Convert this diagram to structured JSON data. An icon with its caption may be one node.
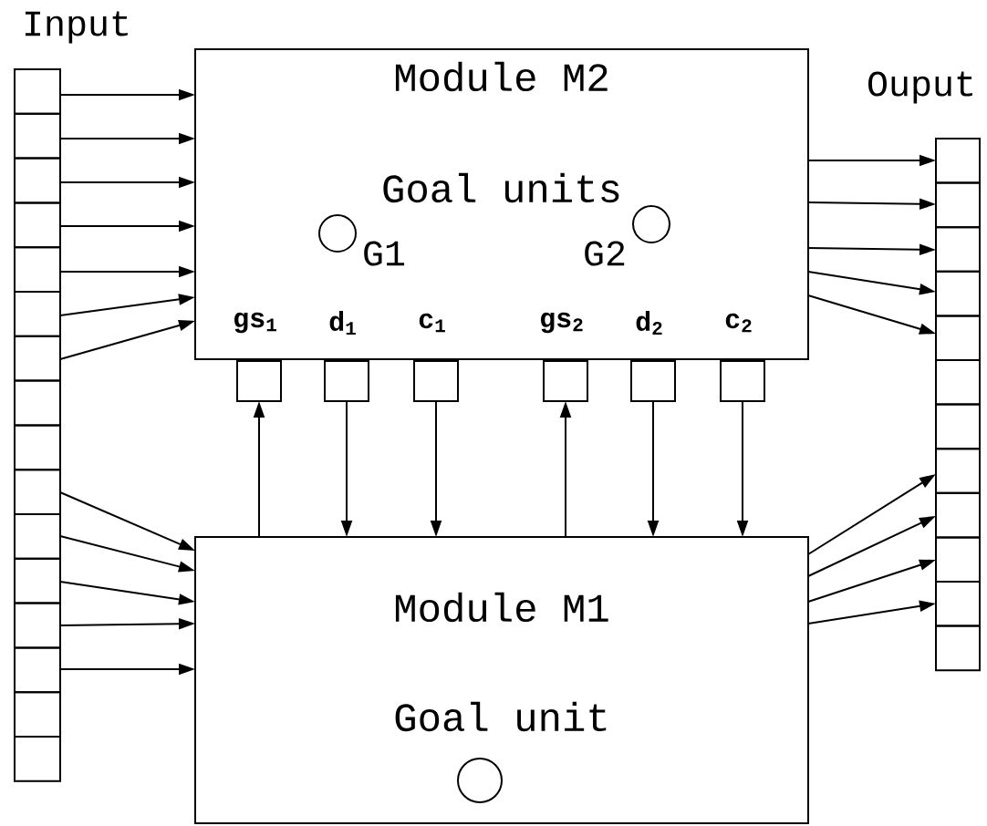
{
  "diagram": {
    "nodes": [
      {
        "text": [
          "Module M2",
          "Goal units"
        ]
      },
      {
        "text": [],
        "shape": "circle",
        "in": 0,
        "beside": [
          "G1"
        ]
      },
      {
        "text": [],
        "shape": "circle",
        "in": 0,
        "beside": [
          "G2"
        ]
      },
      {
        "text": [],
        "shape": "box",
        "beside": [
          "gs$_{1}$"
        ]
      },
      {
        "text": [],
        "shape": "box",
        "beside": [
          "d$_{1}$"
        ]
      },
      {
        "text": [],
        "shape": "box",
        "beside": [
          "c$_{1}$"
        ]
      },
      {
        "text": [],
        "shape": "box",
        "beside": [
          "gs$_{2}$"
        ]
      },
      {
        "text": [],
        "shape": "box",
        "beside": [
          "d$_{2}$"
        ]
      },
      {
        "text": [],
        "shape": "box",
        "beside": [
          "c$_{2}$"
        ]
      },
      {
        "text": [
          "Module M1",
          "Goal unit"
        ]
      },
      {
        "text": [],
        "shape": "circle",
        "in": 9
      },
      {
        "text": [],
        "shape": "box"
      },
      {
        "text": [],
        "shape": "box"
      },
      {
        "text": [],
        "shape": "box"
      },
      {
        "text": [],
        "shape": "box"
      },
      {
        "text": [],
        "shape": "box"
      },
      {
        "text": [],
        "shape": "box"
      },
      {
        "text": [],
        "shape": "box"
      },
      {
        "text": [],
        "shape": "box"
      },
      {
        "text": [],
        "shape": "box"
      },
      {
        "text": [],
        "shape": "box"
      },
      {
        "text": [],
        "shape": "box"
      },
      {
        "text": [],
        "shape": "box"
      },
      {
        "text": [],
        "shape": "box"
      },
      {
        "text": [],
        "shape": "box"
      },
      {
        "text": [],
        "shape": "box"
      },
      {
        "text": [],
        "shape": "box"
      },
      {
        "text": [],
        "shape": "box"
      },
      {
        "text": [],
        "shape": "box"
      },
      {
        "text": [],
        "shape": "box"
      },
      {
        "text": [],
        "shape": "box"
      },
      {
        "text": [],
        "shape": "box"
      },
      {
        "text": [],
        "shape": "box"
      },
      {
        "text": [],
        "shape": "box"
      },
      {
        "text": [],
        "shape": "box"
      },
      {
        "text": [],
        "shape": "box"
      },
      {
        "text": [],
        "shape": "box"
      },
      {
        "text": [],
        "shape": "box"
      },
      {
        "text": [],
        "shape": "box"
      }
    ],
    "edges": [
      {
        "from": 11,
        "to": 0,
        "arrow": "to"
      },
      {
        "from": 12,
        "to": 0,
        "arrow": "to"
      },
      {
        "from": 13,
        "to": 0,
        "arrow": "to"
      },
      {
        "from": 14,
        "to": 0,
        "arrow": "to"
      },
      {
        "from": 15,
        "to": 0,
        "arrow": "to"
      },
      {
        "from": 16,
        "to": 0,
        "arrow": "to"
      },
      {
        "from": 17,
        "to": 0,
        "arrow": "to"
      },
      {
        "from": 20,
        "to": 9,
        "arrow": "to"
      },
      {
        "from": 21,
        "to": 9,
        "arrow": "to"
      },
      {
        "from": 22,
        "to": 9,
        "arrow": "to"
      },
      {
        "from": 23,
        "to": 9,
        "arrow": "to"
      },
      {
        "from": 24,
        "to": 9,
        "arrow": "to"
      },
      {
        "from": 0,
        "to": 27,
        "arrow": "to"
      },
      {
        "from": 0,
        "to": 28,
        "arrow": "to"
      },
      {
        "from": 0,
        "to": 29,
        "arrow": "to"
      },
      {
        "from": 0,
        "to": 30,
        "arrow": "to"
      },
      {
        "from": 0,
        "to": 31,
        "arrow": "to"
      },
      {
        "from": 9,
        "to": 34,
        "arrow": "to"
      },
      {
        "from": 9,
        "to": 35,
        "arrow": "to"
      },
      {
        "from": 9,
        "to": 36,
        "arrow": "to"
      },
      {
        "from": 9,
        "to": 37,
        "arrow": "to"
      },
      {
        "from": 9,
        "to": 3,
        "arrow": "to"
      },
      {
        "from": 4,
        "to": 9,
        "arrow": "to"
      },
      {
        "from": 5,
        "to": 9,
        "arrow": "to"
      },
      {
        "from": 9,
        "to": 6,
        "arrow": "to"
      },
      {
        "from": 7,
        "to": 9,
        "arrow": "to"
      },
      {
        "from": 8,
        "to": 9,
        "arrow": "to"
      }
    ],
    "labels": [
      "Input",
      "Ouput"
    ]
  }
}
